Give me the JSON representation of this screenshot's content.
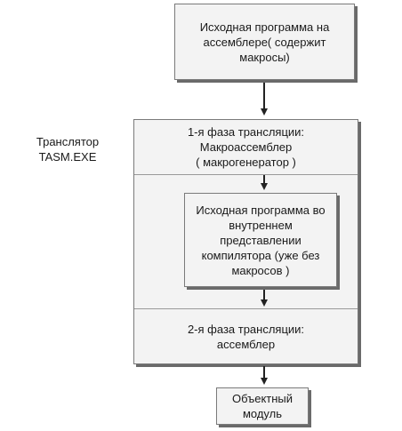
{
  "source_program": "Исходная программа на ассемблере( содержит макросы)",
  "translator_label": "Транслятор\nTASM.EXE",
  "phase1": "1-я фаза трансляции:\nМакроассемблер\n( макрогенератор )",
  "internal_program": "Исходная программа во внутреннем представлении компилятора (уже без макросов )",
  "phase2": "2-я фаза трансляции:\nассемблер",
  "object_module": "Объектный модуль"
}
